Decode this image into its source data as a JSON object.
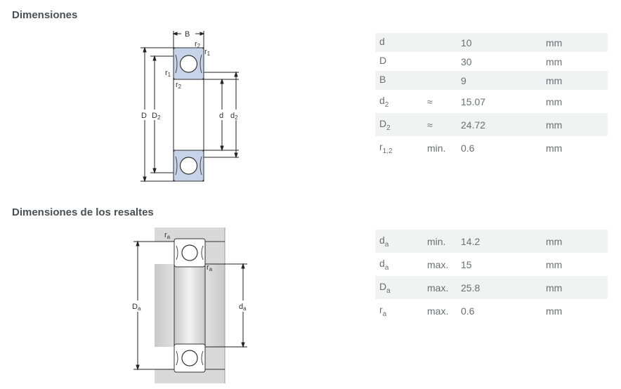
{
  "sections": {
    "dimensions_title": "Dimensiones",
    "abutment_title": "Dimensiones de los resaltes"
  },
  "diagram1": {
    "label_B": "B",
    "label_r2_top": "r",
    "label_r2_top_sub": "2",
    "label_r1_top": "r",
    "label_r1_top_sub": "1",
    "label_r1_left": "r",
    "label_r1_left_sub": "1",
    "label_r2_low": "r",
    "label_r2_low_sub": "2",
    "label_D": "D",
    "label_D2": "D",
    "label_D2_sub": "2",
    "label_d": "d",
    "label_d2": "d",
    "label_d2_sub": "2"
  },
  "diagram2": {
    "label_ra_top": "r",
    "label_ra_top_sub": "a",
    "label_ra_mid": "r",
    "label_ra_mid_sub": "a",
    "label_Da": "D",
    "label_Da_sub": "a",
    "label_da": "d",
    "label_da_sub": "a"
  },
  "dimensions": [
    {
      "symbol": "d",
      "sub": "",
      "qualifier": "",
      "value": "10",
      "unit": "mm"
    },
    {
      "symbol": "D",
      "sub": "",
      "qualifier": "",
      "value": "30",
      "unit": "mm"
    },
    {
      "symbol": "B",
      "sub": "",
      "qualifier": "",
      "value": "9",
      "unit": "mm"
    },
    {
      "symbol": "d",
      "sub": "2",
      "qualifier": "≈",
      "value": "15.07",
      "unit": "mm"
    },
    {
      "symbol": "D",
      "sub": "2",
      "qualifier": "≈",
      "value": "24.72",
      "unit": "mm"
    },
    {
      "symbol": "r",
      "sub": "1,2",
      "qualifier": "min.",
      "value": "0.6",
      "unit": "mm"
    }
  ],
  "abutments": [
    {
      "symbol": "d",
      "sub": "a",
      "qualifier": "min.",
      "value": "14.2",
      "unit": "mm"
    },
    {
      "symbol": "d",
      "sub": "a",
      "qualifier": "max.",
      "value": "15",
      "unit": "mm"
    },
    {
      "symbol": "D",
      "sub": "a",
      "qualifier": "max.",
      "value": "25.8",
      "unit": "mm"
    },
    {
      "symbol": "r",
      "sub": "a",
      "qualifier": "max.",
      "value": "0.6",
      "unit": "mm"
    }
  ]
}
